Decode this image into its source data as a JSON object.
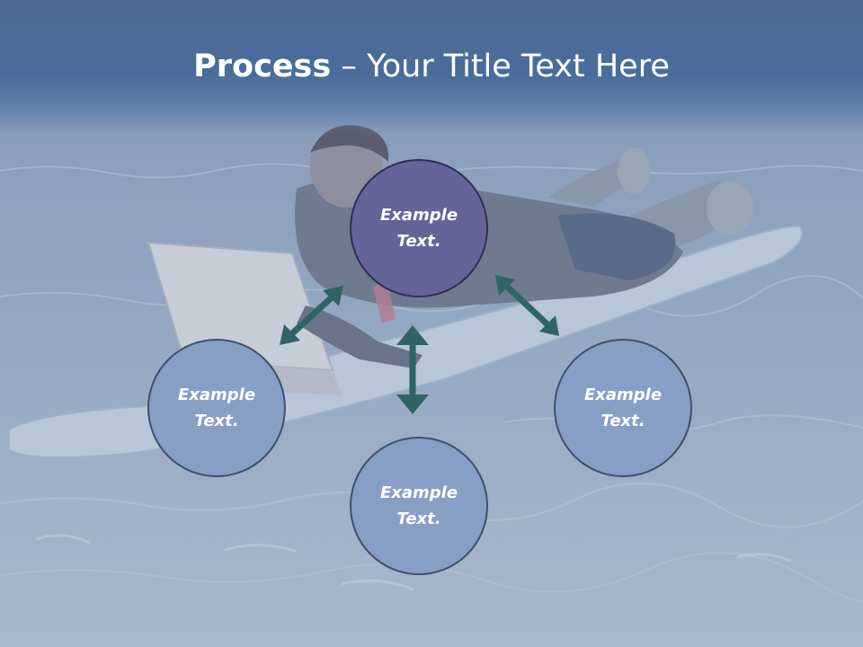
{
  "title": {
    "bold": "Process",
    "rest": " – Your Title Text Here"
  },
  "nodes": {
    "center": {
      "line1": "Example",
      "line2": "Text."
    },
    "left": {
      "line1": "Example",
      "line2": "Text."
    },
    "right": {
      "line1": "Example",
      "line2": "Text."
    },
    "bottom": {
      "line1": "Example",
      "line2": "Text."
    }
  },
  "colors": {
    "center_fill": "#646499",
    "outer_fill": "#879fc4",
    "arrow": "#2e6466",
    "title_band": "#4a6c9c"
  }
}
